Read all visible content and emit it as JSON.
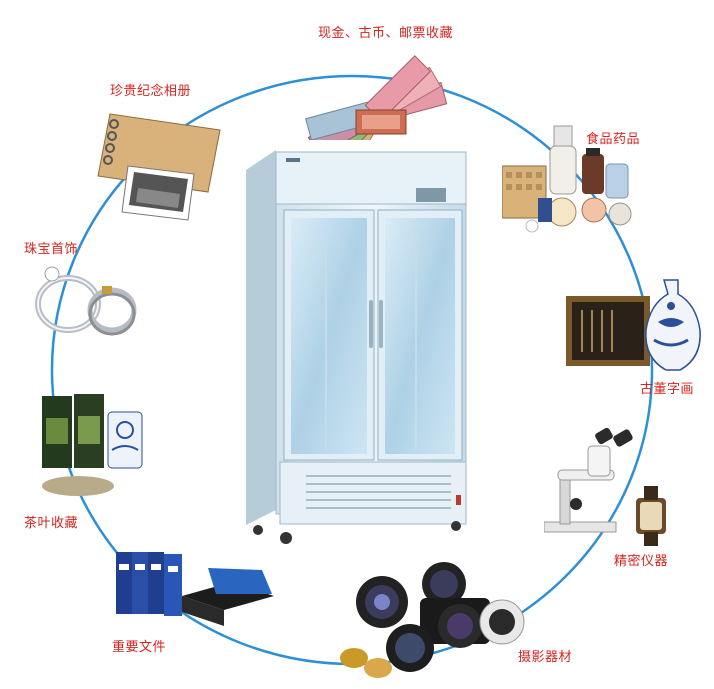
{
  "colors": {
    "ring": "#2d8fd6",
    "label": "#d8231e",
    "cabinet": "#dfeef7",
    "cabinet_edge": "#a9c4d6",
    "glass": "#bcdcee"
  },
  "center": {
    "icon": "display-cabinet-icon"
  },
  "items": [
    {
      "label": "现金、古币、邮票收藏",
      "icon": "banknotes-icon"
    },
    {
      "label": "食品药品",
      "icon": "medicine-bottles-icon"
    },
    {
      "label": "古董字画",
      "icon": "porcelain-vase-icon"
    },
    {
      "label": "精密仪器",
      "icon": "microscope-icon"
    },
    {
      "label": "摄影器材",
      "icon": "camera-lens-icon"
    },
    {
      "label": "重要文件",
      "icon": "file-folder-icon"
    },
    {
      "label": "茶叶收藏",
      "icon": "tea-can-icon"
    },
    {
      "label": "珠宝首饰",
      "icon": "ring-icon"
    },
    {
      "label": "珍贵纪念相册",
      "icon": "photo-album-icon"
    }
  ]
}
